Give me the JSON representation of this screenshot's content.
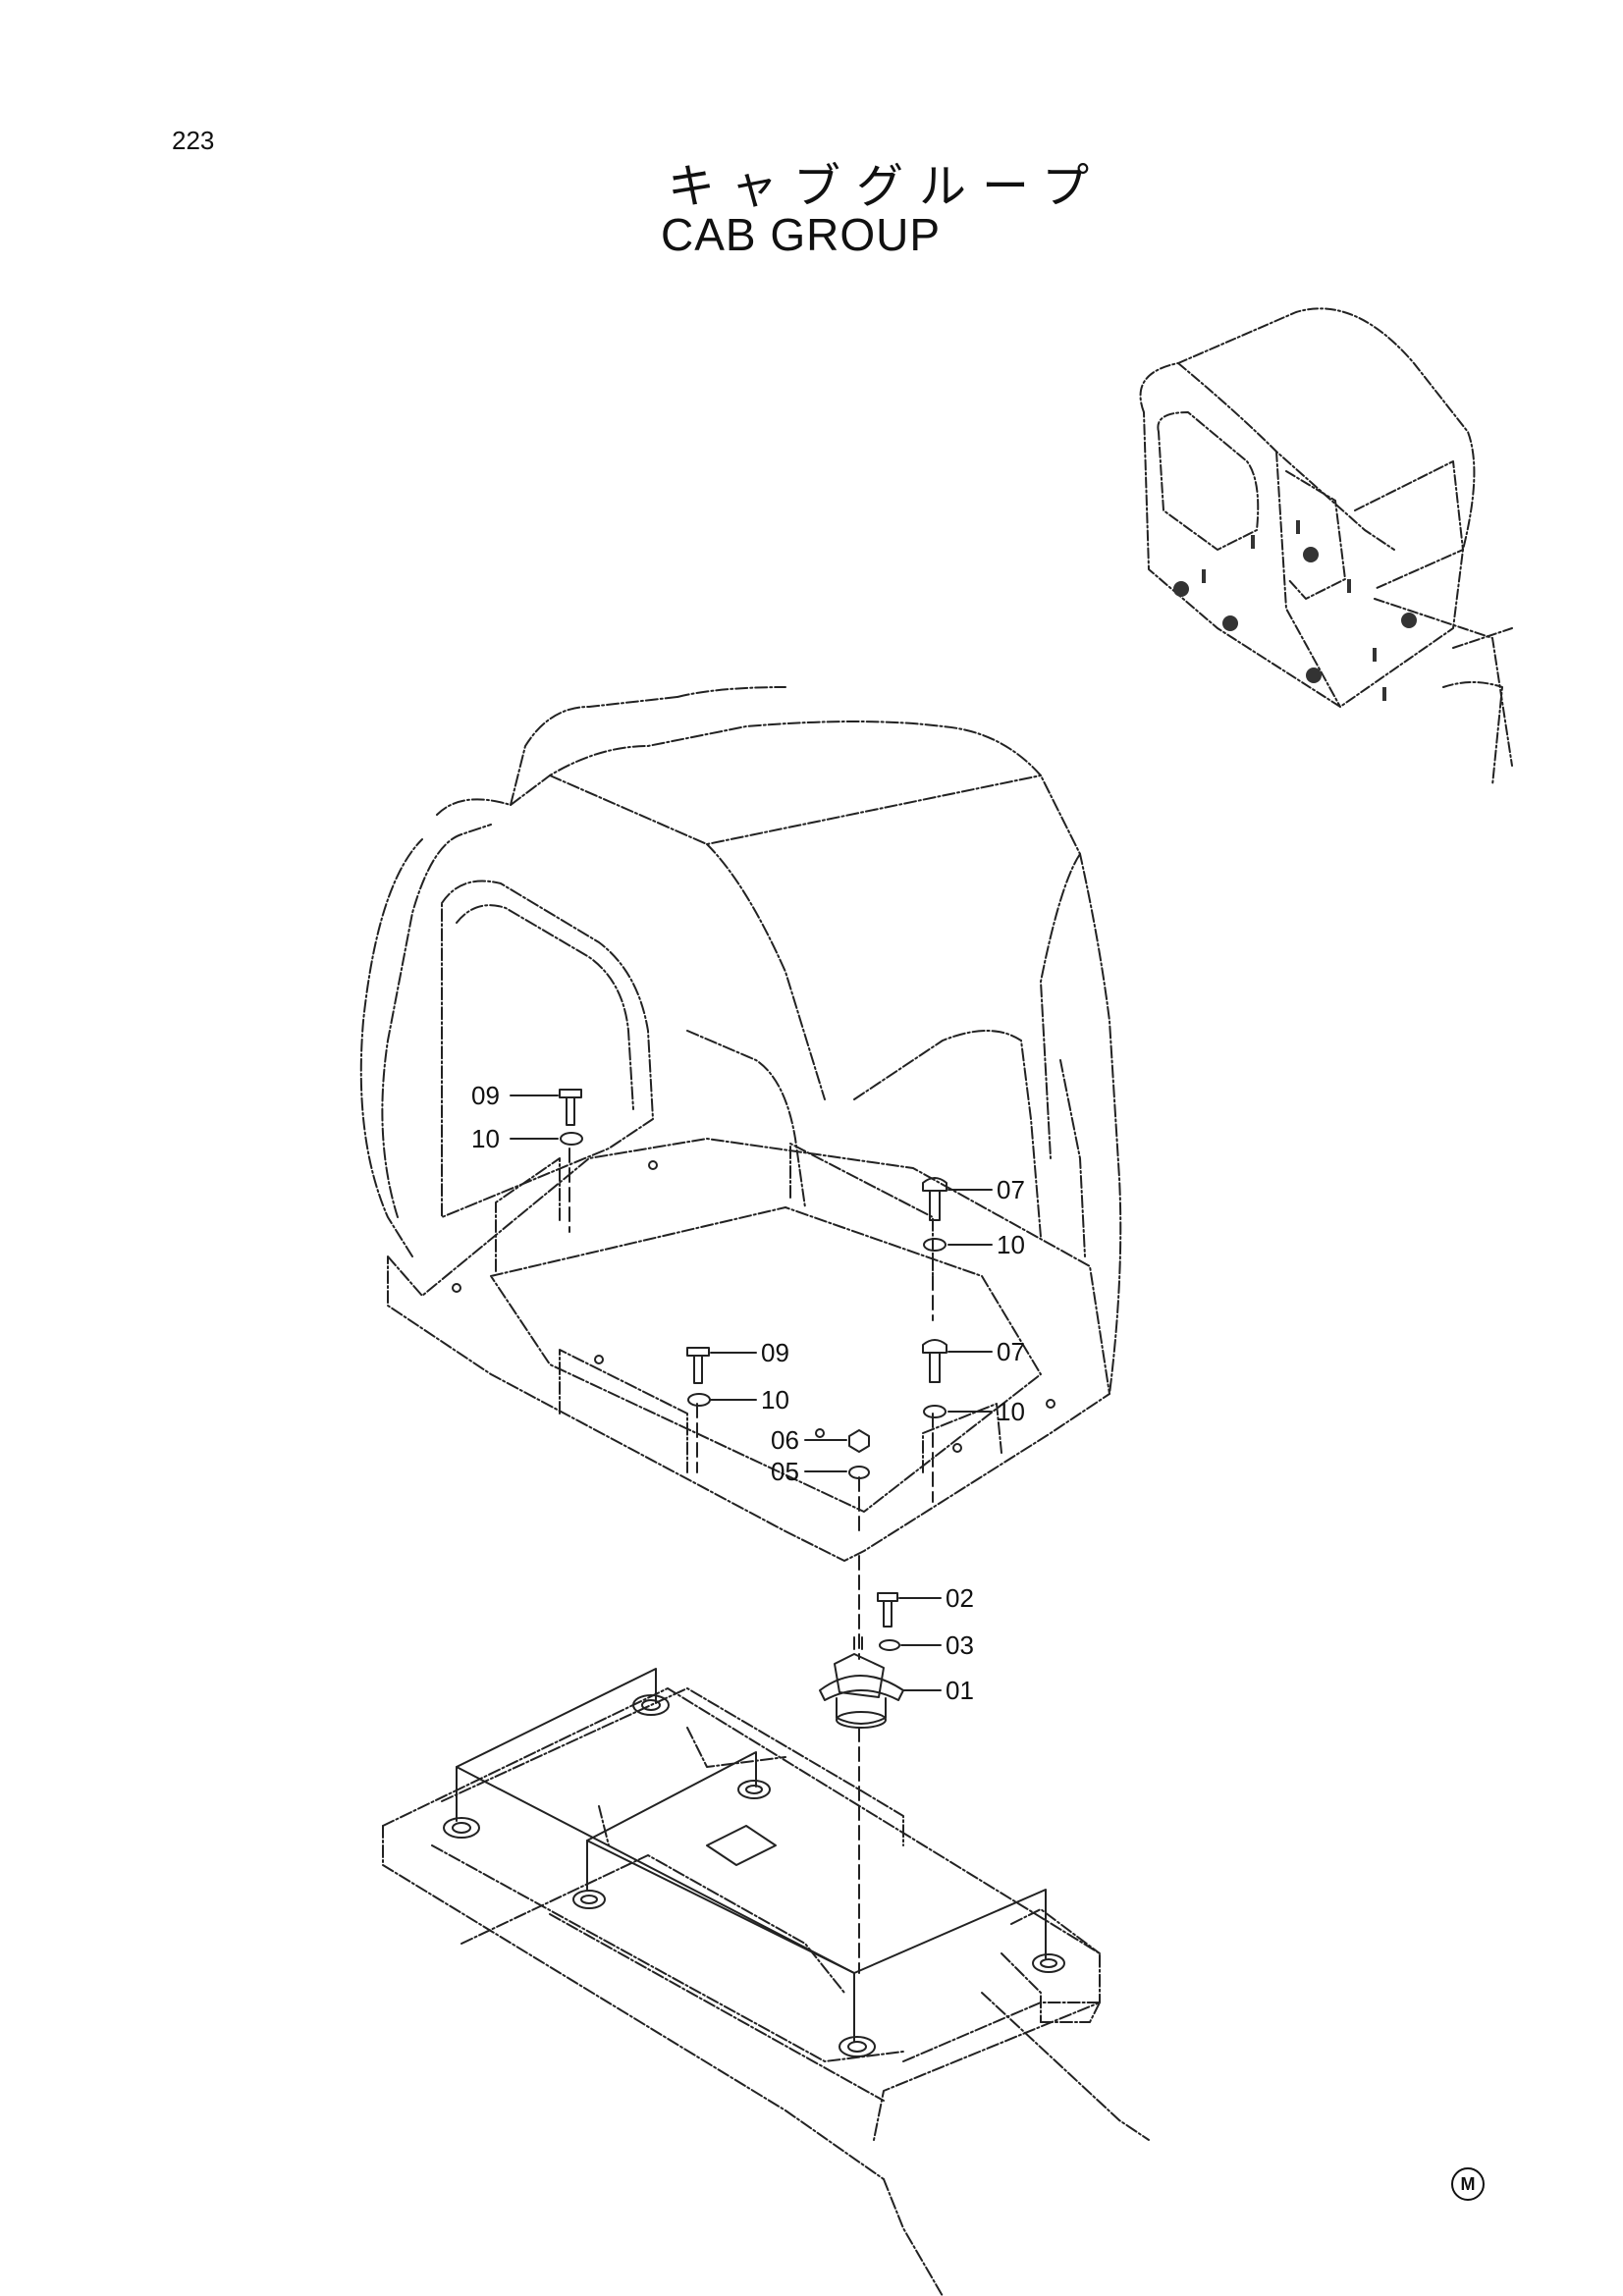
{
  "page": {
    "number": "223",
    "title_jp": "キャブグループ",
    "title_en": "CAB GROUP",
    "mark": "M"
  },
  "callouts": [
    {
      "id": "c1",
      "label": "09"
    },
    {
      "id": "c2",
      "label": "10"
    },
    {
      "id": "c3",
      "label": "07"
    },
    {
      "id": "c4",
      "label": "10"
    },
    {
      "id": "c5",
      "label": "09"
    },
    {
      "id": "c6",
      "label": "10"
    },
    {
      "id": "c7",
      "label": "07"
    },
    {
      "id": "c8",
      "label": "10"
    },
    {
      "id": "c9",
      "label": "06"
    },
    {
      "id": "c10",
      "label": "05"
    },
    {
      "id": "c11",
      "label": "02"
    },
    {
      "id": "c12",
      "label": "03"
    },
    {
      "id": "c13",
      "label": "01"
    }
  ]
}
